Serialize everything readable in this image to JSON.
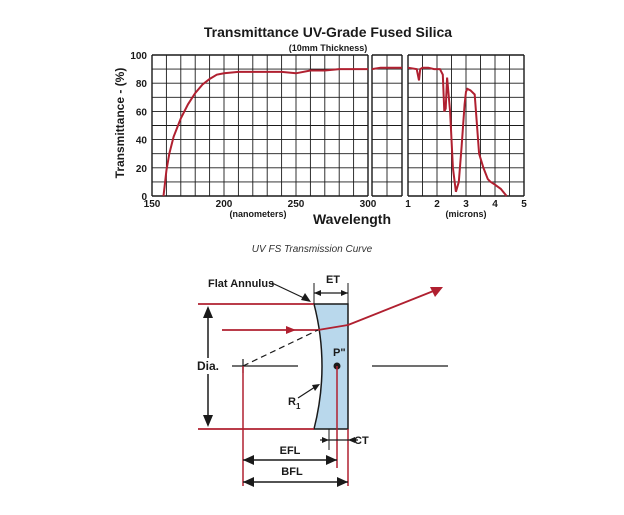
{
  "colors": {
    "curve": "#b02030",
    "grid": "#1a1a1a",
    "lens_fill": "#b9d8ec",
    "ray": "#b02030",
    "ink": "#1a1a1a"
  },
  "chart_data": {
    "type": "line",
    "title": "Transmittance UV-Grade Fused Silica",
    "subtitle": "(10mm Thickness)",
    "ylabel": "Transmittance - (%)",
    "xlabel": "Wavelength",
    "ylim": [
      0,
      100
    ],
    "y_ticks": [
      "0",
      "20",
      "40",
      "60",
      "80",
      "100"
    ],
    "panels": [
      {
        "unit_label": "(nanometers)",
        "xlim": [
          150,
          300
        ],
        "x_ticks": [
          "150",
          "200",
          "250",
          "300"
        ],
        "series": [
          {
            "x": [
              158,
              160,
              162,
              165,
              170,
              175,
              180,
              185,
              190,
              195,
              200,
              210,
              220,
              230,
              240,
              250,
              260,
              270,
              280,
              290,
              300
            ],
            "y": [
              0,
              18,
              30,
              42,
              55,
              65,
              73,
              79,
              83,
              86,
              87,
              88,
              88,
              88,
              88,
              87,
              89,
              89,
              90,
              90,
              90
            ]
          }
        ]
      },
      {
        "unit_label": "",
        "xlim": [
          300,
          1000
        ],
        "x_ticks": [],
        "series": [
          {
            "x": [
              300,
              500,
              700,
              1000
            ],
            "y": [
              90,
              91,
              91,
              91
            ]
          }
        ]
      },
      {
        "unit_label": "(microns)",
        "xlim": [
          1,
          5
        ],
        "x_ticks": [
          "1",
          "2",
          "3",
          "4",
          "5"
        ],
        "series": [
          {
            "x": [
              1.0,
              1.3,
              1.38,
              1.42,
              1.5,
              1.7,
              1.9,
              2.1,
              2.2,
              2.25,
              2.3,
              2.35,
              2.45,
              2.55,
              2.65,
              2.75,
              2.85,
              2.95,
              3.0,
              3.05,
              3.15,
              3.3,
              3.45,
              3.6,
              3.75,
              3.85,
              4.0,
              4.2,
              4.4
            ],
            "y": [
              91,
              90,
              82,
              90,
              91,
              91,
              90,
              90,
              86,
              60,
              62,
              84,
              60,
              20,
              3,
              10,
              35,
              65,
              74,
              76,
              75,
              72,
              30,
              20,
              12,
              10,
              8,
              5,
              0
            ]
          }
        ]
      }
    ]
  },
  "caption": "UV FS Transmission Curve",
  "diagram": {
    "labels": {
      "flat_annulus": "Flat Annulus",
      "et": "ET",
      "dia": "Dia.",
      "p_double_prime": "P\"",
      "r1": "R",
      "r1_sub": "1",
      "efl": "EFL",
      "bfl": "BFL",
      "ct": "CT"
    }
  }
}
